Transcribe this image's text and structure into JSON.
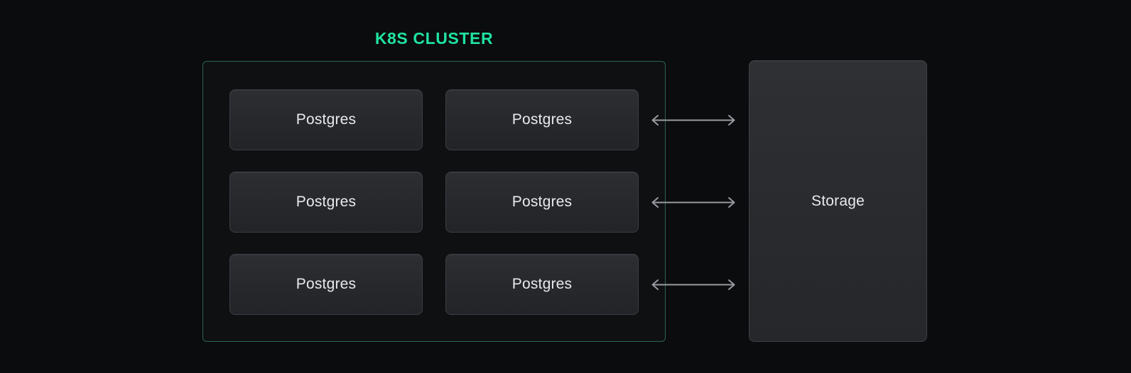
{
  "theme": {
    "background": "#0b0c0d",
    "accent_green": "#1fe3a1",
    "cluster_border": "#286650",
    "cluster_bg": "#0f1012",
    "node_text": "#e9eaec",
    "arrow_color": "#979ba1"
  },
  "diagram": {
    "cluster": {
      "title": "K8S CLUSTER",
      "nodes": [
        {
          "label": "Postgres"
        },
        {
          "label": "Postgres"
        },
        {
          "label": "Postgres"
        },
        {
          "label": "Postgres"
        },
        {
          "label": "Postgres"
        },
        {
          "label": "Postgres"
        }
      ]
    },
    "storage": {
      "label": "Storage"
    },
    "connections": [
      {
        "from": "postgres-row-1",
        "to": "storage",
        "type": "bidirectional"
      },
      {
        "from": "postgres-row-2",
        "to": "storage",
        "type": "bidirectional"
      },
      {
        "from": "postgres-row-3",
        "to": "storage",
        "type": "bidirectional"
      }
    ]
  }
}
